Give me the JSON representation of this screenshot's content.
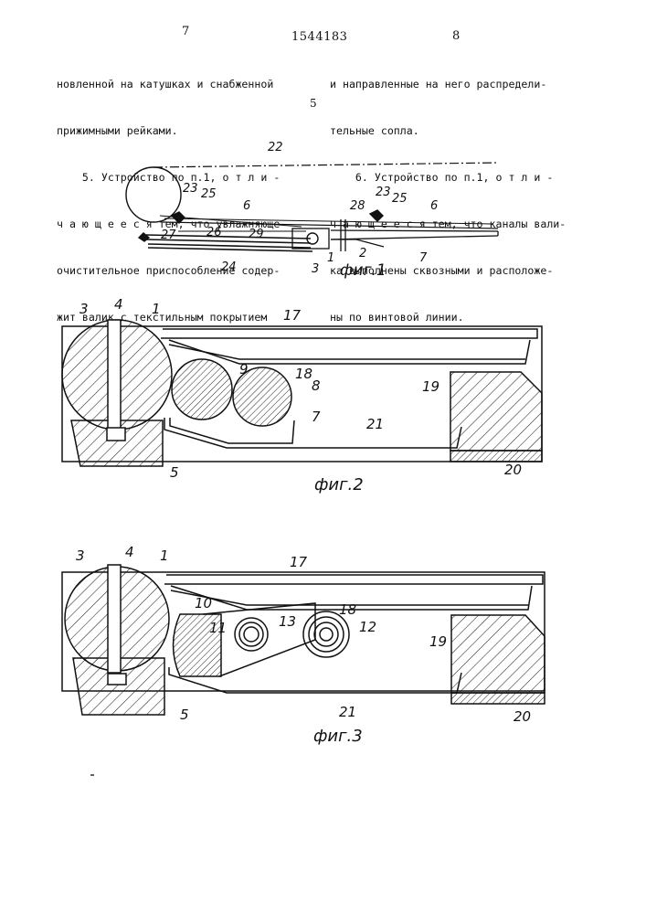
{
  "header": {
    "page_left": "7",
    "patent_number": "1544183",
    "page_right": "8"
  },
  "text": {
    "left_lines": [
      "новленной на катушках и снабженной",
      "прижимными рейками.",
      "    5. Устройство по п.1, о т л и -",
      "ч а ю щ е е с я тем, что увлажняюще-",
      "очистительное приспособление содер-",
      "жит валик с текстильным покрытием"
    ],
    "right_lines": [
      "и направленные на него распредели-",
      "тельные сопла.",
      "    6. Устройство по п.1, о т л и -",
      "ч а ю щ е е с я тем, что каналы вали-",
      "ка выполнены сквозными и расположе-",
      "ны по винтовой линии."
    ],
    "line_marker": "5"
  },
  "figures": {
    "fig1": {
      "caption": "фиг.1",
      "labels": [
        "22",
        "23",
        "25",
        "6",
        "28",
        "23",
        "25",
        "6",
        "27",
        "26",
        "29",
        "1",
        "2",
        "7",
        "24",
        "3"
      ]
    },
    "fig2": {
      "caption": "фиг.2",
      "labels": [
        "3",
        "4",
        "1",
        "17",
        "9",
        "18",
        "8",
        "19",
        "7",
        "21",
        "5",
        "20"
      ]
    },
    "fig3": {
      "caption": "фиг.3",
      "labels": [
        "3",
        "4",
        "1",
        "17",
        "10",
        "18",
        "11",
        "13",
        "12",
        "19",
        "21",
        "5",
        "20"
      ]
    }
  }
}
